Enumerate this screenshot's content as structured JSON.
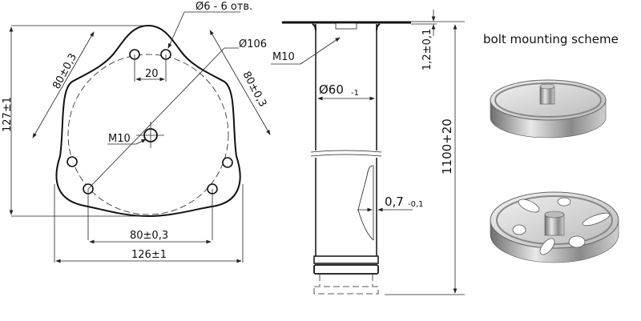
{
  "plate_view": {
    "hole_label": "Ø6 - 6 отв.",
    "bolt_circle_label": "Ø106",
    "side_dim_left": "80±0,3",
    "side_dim_right": "80±0,3",
    "hole_spacing": "20",
    "center_thread": "M10",
    "height_dim": "127±1",
    "bottom_hole_dim": "80±0,3",
    "width_dim": "126±1"
  },
  "leg_view": {
    "thread_label": "M10",
    "diameter_label": "Ø60",
    "diameter_tol": "-1",
    "flange_thickness": "1,2±0,1",
    "length_dim": "1100+20",
    "wall_thickness": "0,7",
    "wall_tol": "-0,1"
  },
  "render_panel": {
    "caption": "bolt mounting scheme",
    "metal_color": "#9a9a9a"
  }
}
